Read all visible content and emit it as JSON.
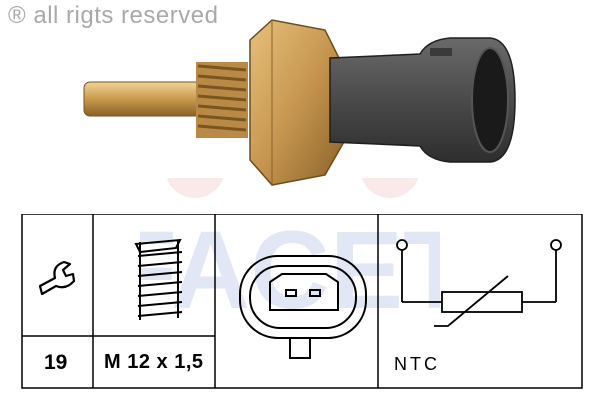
{
  "watermark": {
    "copyright_text": "all rigts reserved"
  },
  "brand_logo": {
    "text": "FACET",
    "color": "#c9d4ec"
  },
  "product": {
    "name_icon": "temperature-sensor-photo",
    "colors": {
      "brass": "#c9a15a",
      "connector": "#4a4a4a"
    }
  },
  "spec_table": {
    "columns": [
      {
        "icon": "wrench-icon",
        "value": "19"
      },
      {
        "icon": "thread-icon",
        "value": "M 12 x 1,5"
      },
      {
        "icon": "connector-plug-icon",
        "value": ""
      },
      {
        "icon": "ntc-thermistor-icon",
        "value": "NTC"
      }
    ]
  }
}
